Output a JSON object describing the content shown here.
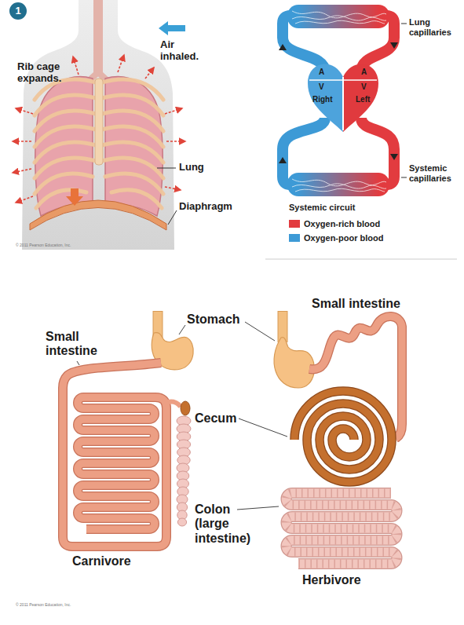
{
  "diagram": {
    "nodes": [
      {
        "text": [
          "1"
        ]
      }
    ],
    "labels": [
      "Rib cage expands.",
      "Air inhaled.",
      "Lung",
      "Diaphragm",
      "© 2011 Pearson Education, Inc.",
      "Lung capillaries",
      "A",
      "V",
      "Right",
      "A",
      "V",
      "Left",
      "Systemic capillaries",
      "Systemic circuit",
      "Small intestine",
      "Stomach",
      "Cecum",
      "Colon (large intestine)",
      "Carnivore",
      "Small intestine",
      "Herbivore",
      "© 2011 Pearson Education, Inc."
    ],
    "legend": [
      {
        "text": "Oxygen-rich blood",
        "color": "#e23b3f"
      },
      {
        "text": "Oxygen-poor blood",
        "color": "#3d9ad6"
      }
    ]
  }
}
